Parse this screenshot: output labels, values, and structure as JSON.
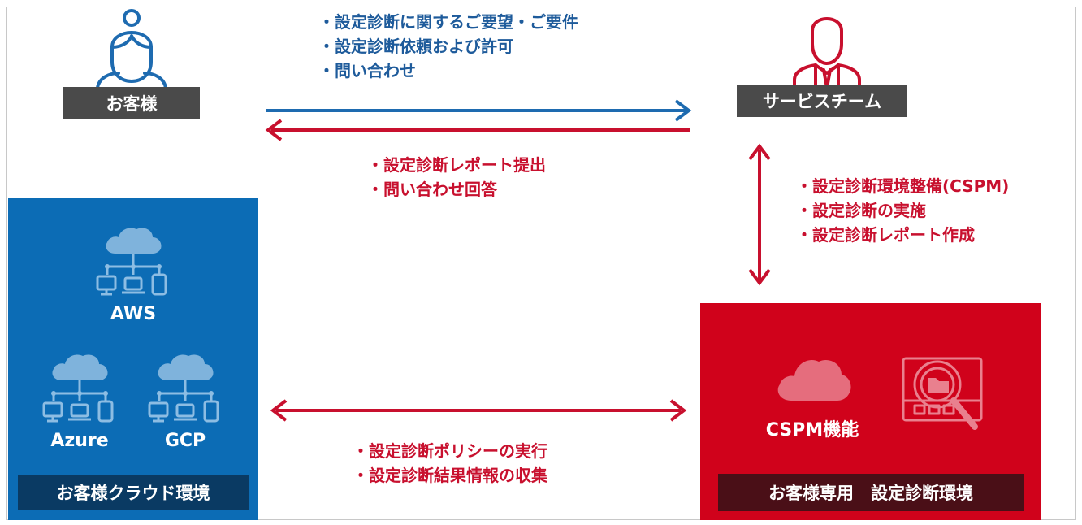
{
  "customer": {
    "label": "お客様",
    "icon": "customer-icon"
  },
  "service_team": {
    "label": "サービスチーム",
    "icon": "service-team-icon"
  },
  "top_requests": [
    "・設定診断に関するご要望・ご要件",
    "・設定診断依頼および許可",
    "・問い合わせ"
  ],
  "responses": [
    "・設定診断レポート提出",
    "・問い合わせ回答"
  ],
  "service_tasks": [
    "・設定診断環境整備(CSPM)",
    "・設定診断の実施",
    "・設定診断レポート作成"
  ],
  "bottom_actions": [
    "・設定診断ポリシーの実行",
    "・設定診断結果情報の収集"
  ],
  "customer_cloud": {
    "clouds": [
      "AWS",
      "Azure",
      "GCP"
    ],
    "label": "お客様クラウド環境"
  },
  "dedicated_env": {
    "feature": "CSPM機能",
    "label": "お客様専用　設定診断環境"
  },
  "colors": {
    "blue_accent": "#1e5b9b",
    "red_accent": "#c8102e",
    "panel_blue": "#0c6cb5",
    "panel_red": "#d0021b",
    "label_dark": "#4a4a4a"
  }
}
